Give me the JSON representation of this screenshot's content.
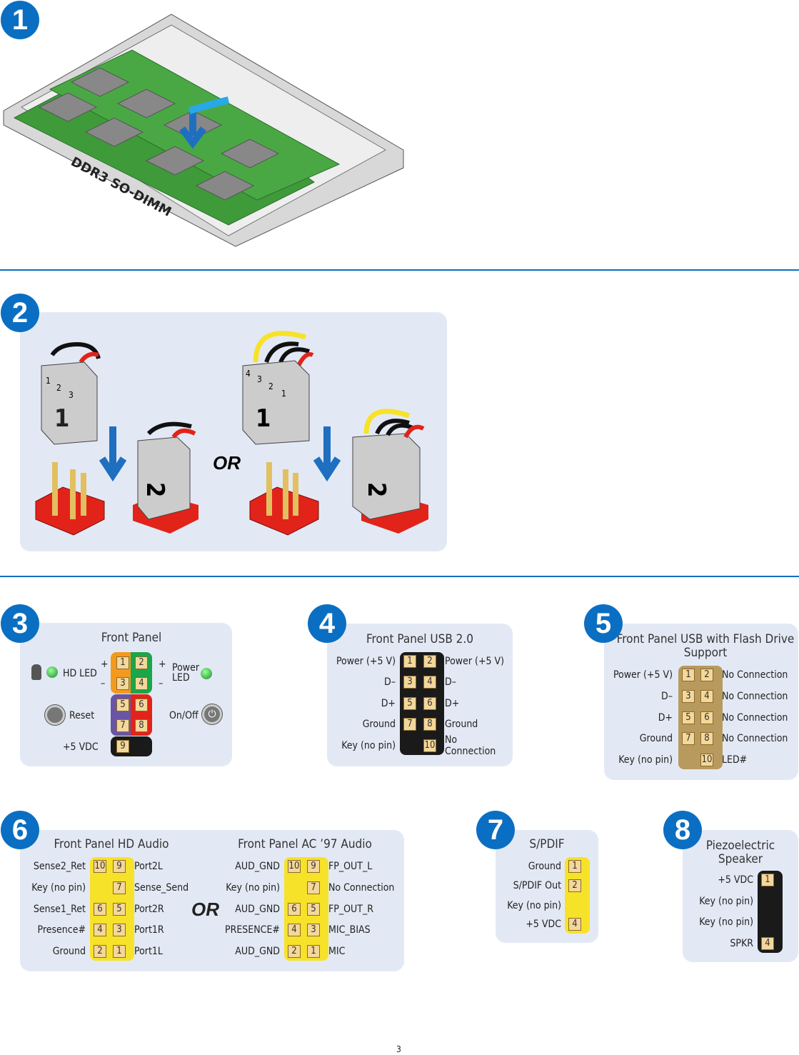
{
  "badges": [
    "1",
    "2",
    "3",
    "4",
    "5",
    "6",
    "7",
    "8"
  ],
  "dimm_label": "DDR3 SO-DIMM",
  "or_label": "OR",
  "page_number": "3",
  "connector_numbers": {
    "c1": [
      "1",
      "2",
      "3"
    ],
    "c1_key": "1",
    "c2_key": "2",
    "c3": [
      "4",
      "3",
      "2",
      "1"
    ]
  },
  "colors": {
    "accent": "#0a6fc2",
    "panel": "#e3e9f4",
    "orange": "#f39a1e",
    "green": "#1aa64a",
    "purple": "#6a55a4",
    "red": "#e2231a",
    "black": "#1a1a1a",
    "yellow": "#f7e22a",
    "tan": "#b89a5e"
  },
  "front_panel": {
    "title": "Front Panel",
    "hd_led": "HD LED",
    "power_led": "Power LED",
    "reset": "Reset",
    "on_off": "On/Off",
    "vdc": "+5 VDC",
    "plus": "+",
    "minus": "–",
    "pins": [
      "1",
      "2",
      "3",
      "4",
      "5",
      "6",
      "7",
      "8",
      "9"
    ]
  },
  "headers": {
    "usb20": {
      "title": "Front Panel USB 2.0",
      "rows": [
        {
          "left": "Power (+5 V)",
          "pins": [
            "1",
            "2"
          ],
          "right": "Power (+5 V)"
        },
        {
          "left": "D–",
          "pins": [
            "3",
            "4"
          ],
          "right": "D–"
        },
        {
          "left": "D+",
          "pins": [
            "5",
            "6"
          ],
          "right": "D+"
        },
        {
          "left": "Ground",
          "pins": [
            "7",
            "8"
          ],
          "right": "Ground"
        },
        {
          "left": "Key (no pin)",
          "pins": [
            "",
            "10"
          ],
          "right": "No Connection"
        }
      ]
    },
    "usbflash": {
      "title": "Front Panel USB with Flash Drive Support",
      "rows": [
        {
          "left": "Power (+5 V)",
          "pins": [
            "1",
            "2"
          ],
          "right": "No Connection"
        },
        {
          "left": "D–",
          "pins": [
            "3",
            "4"
          ],
          "right": "No Connection"
        },
        {
          "left": "D+",
          "pins": [
            "5",
            "6"
          ],
          "right": "No Connection"
        },
        {
          "left": "Ground",
          "pins": [
            "7",
            "8"
          ],
          "right": "No Connection"
        },
        {
          "left": "Key (no pin)",
          "pins": [
            "",
            "10"
          ],
          "right": "LED#"
        }
      ]
    },
    "hdaudio": {
      "title": "Front Panel HD Audio",
      "rows": [
        {
          "left": "Sense2_Ret",
          "pins": [
            "10",
            "9"
          ],
          "right": "Port2L"
        },
        {
          "left": "Key (no pin)",
          "pins": [
            "",
            "7"
          ],
          "right": "Sense_Send"
        },
        {
          "left": "Sense1_Ret",
          "pins": [
            "6",
            "5"
          ],
          "right": "Port2R"
        },
        {
          "left": "Presence#",
          "pins": [
            "4",
            "3"
          ],
          "right": "Port1R"
        },
        {
          "left": "Ground",
          "pins": [
            "2",
            "1"
          ],
          "right": "Port1L"
        }
      ]
    },
    "ac97": {
      "title": "Front Panel AC ’97 Audio",
      "rows": [
        {
          "left": "AUD_GND",
          "pins": [
            "10",
            "9"
          ],
          "right": "FP_OUT_L"
        },
        {
          "left": "Key (no pin)",
          "pins": [
            "",
            "7"
          ],
          "right": "No Connection"
        },
        {
          "left": "AUD_GND",
          "pins": [
            "6",
            "5"
          ],
          "right": "FP_OUT_R"
        },
        {
          "left": "PRESENCE#",
          "pins": [
            "4",
            "3"
          ],
          "right": "MIC_BIAS"
        },
        {
          "left": "AUD_GND",
          "pins": [
            "2",
            "1"
          ],
          "right": "MIC"
        }
      ]
    },
    "spdif": {
      "title": "S/PDIF",
      "rows": [
        {
          "left": "Ground",
          "pins": [
            "1"
          ]
        },
        {
          "left": "S/PDIF Out",
          "pins": [
            "2"
          ]
        },
        {
          "left": "Key (no pin)",
          "pins": [
            ""
          ]
        },
        {
          "left": "+5 VDC",
          "pins": [
            "4"
          ]
        }
      ]
    },
    "speaker": {
      "title": "Piezoelectric Speaker",
      "rows": [
        {
          "left": "+5 VDC",
          "pins": [
            "1"
          ]
        },
        {
          "left": "Key (no pin)",
          "pins": [
            ""
          ]
        },
        {
          "left": "Key (no pin)",
          "pins": [
            ""
          ]
        },
        {
          "left": "SPKR",
          "pins": [
            "4"
          ]
        }
      ]
    }
  }
}
